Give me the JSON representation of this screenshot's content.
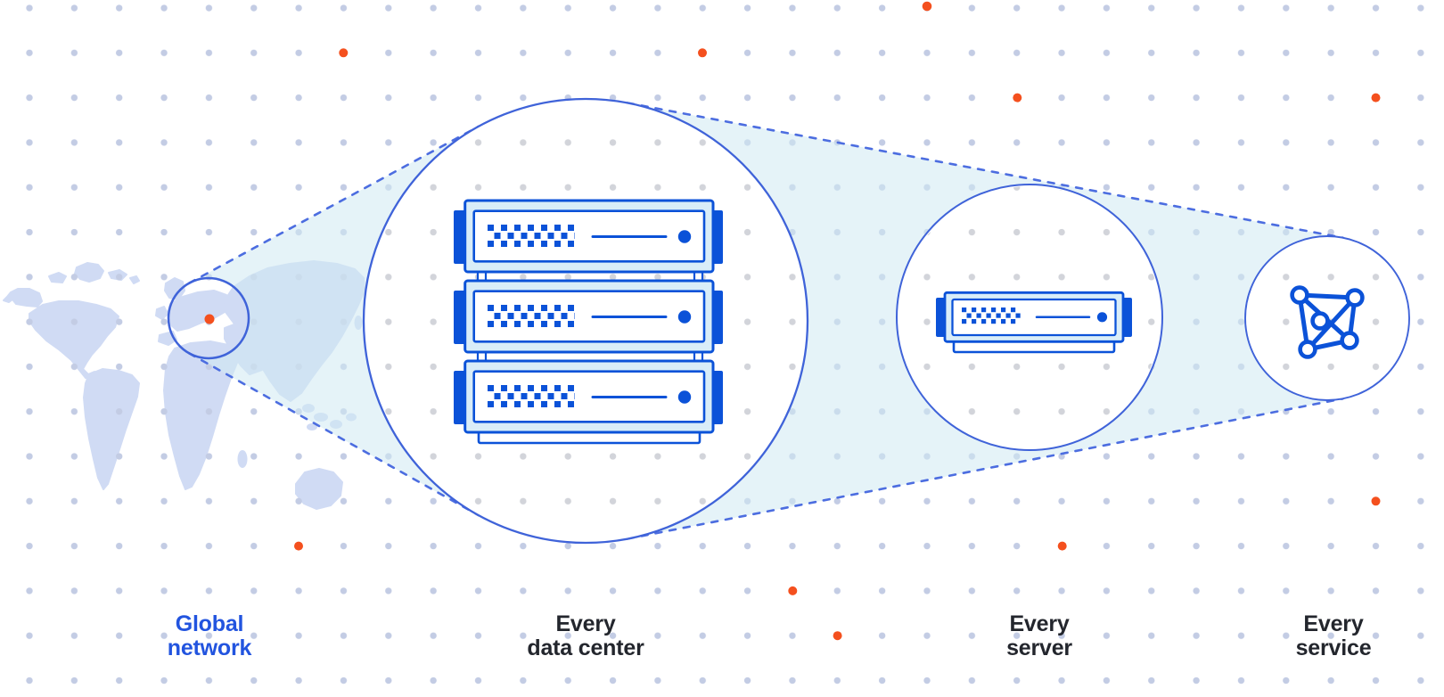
{
  "diagram": {
    "stages": [
      {
        "id": "global-network",
        "emphasized": true,
        "label_lines": [
          "Global",
          "network"
        ]
      },
      {
        "id": "every-data-center",
        "emphasized": false,
        "label_lines": [
          "Every",
          "data center"
        ]
      },
      {
        "id": "every-server",
        "emphasized": false,
        "label_lines": [
          "Every",
          "server"
        ]
      },
      {
        "id": "every-service",
        "emphasized": false,
        "label_lines": [
          "Every",
          "service"
        ]
      }
    ],
    "icons": [
      "world-map",
      "map-marker-dot",
      "magnifier-zoom-cone",
      "server-rack-3u",
      "server-1u",
      "mesh-network-icon"
    ]
  },
  "colors": {
    "accent_blue": "#0b52d8",
    "outline_blue": "#3f63d9",
    "dashed_blue": "#4c6de0",
    "label_blue": "#2254df",
    "label_dark": "#23262d",
    "dot_lavender": "#c3cce4",
    "dot_gray": "#d2d4da",
    "orange": "#f4501e",
    "band_cyan": "#cfe9f2",
    "server_fill": "#d9edf8",
    "map_blue": "#d0dbf4",
    "background": "#ffffff"
  }
}
